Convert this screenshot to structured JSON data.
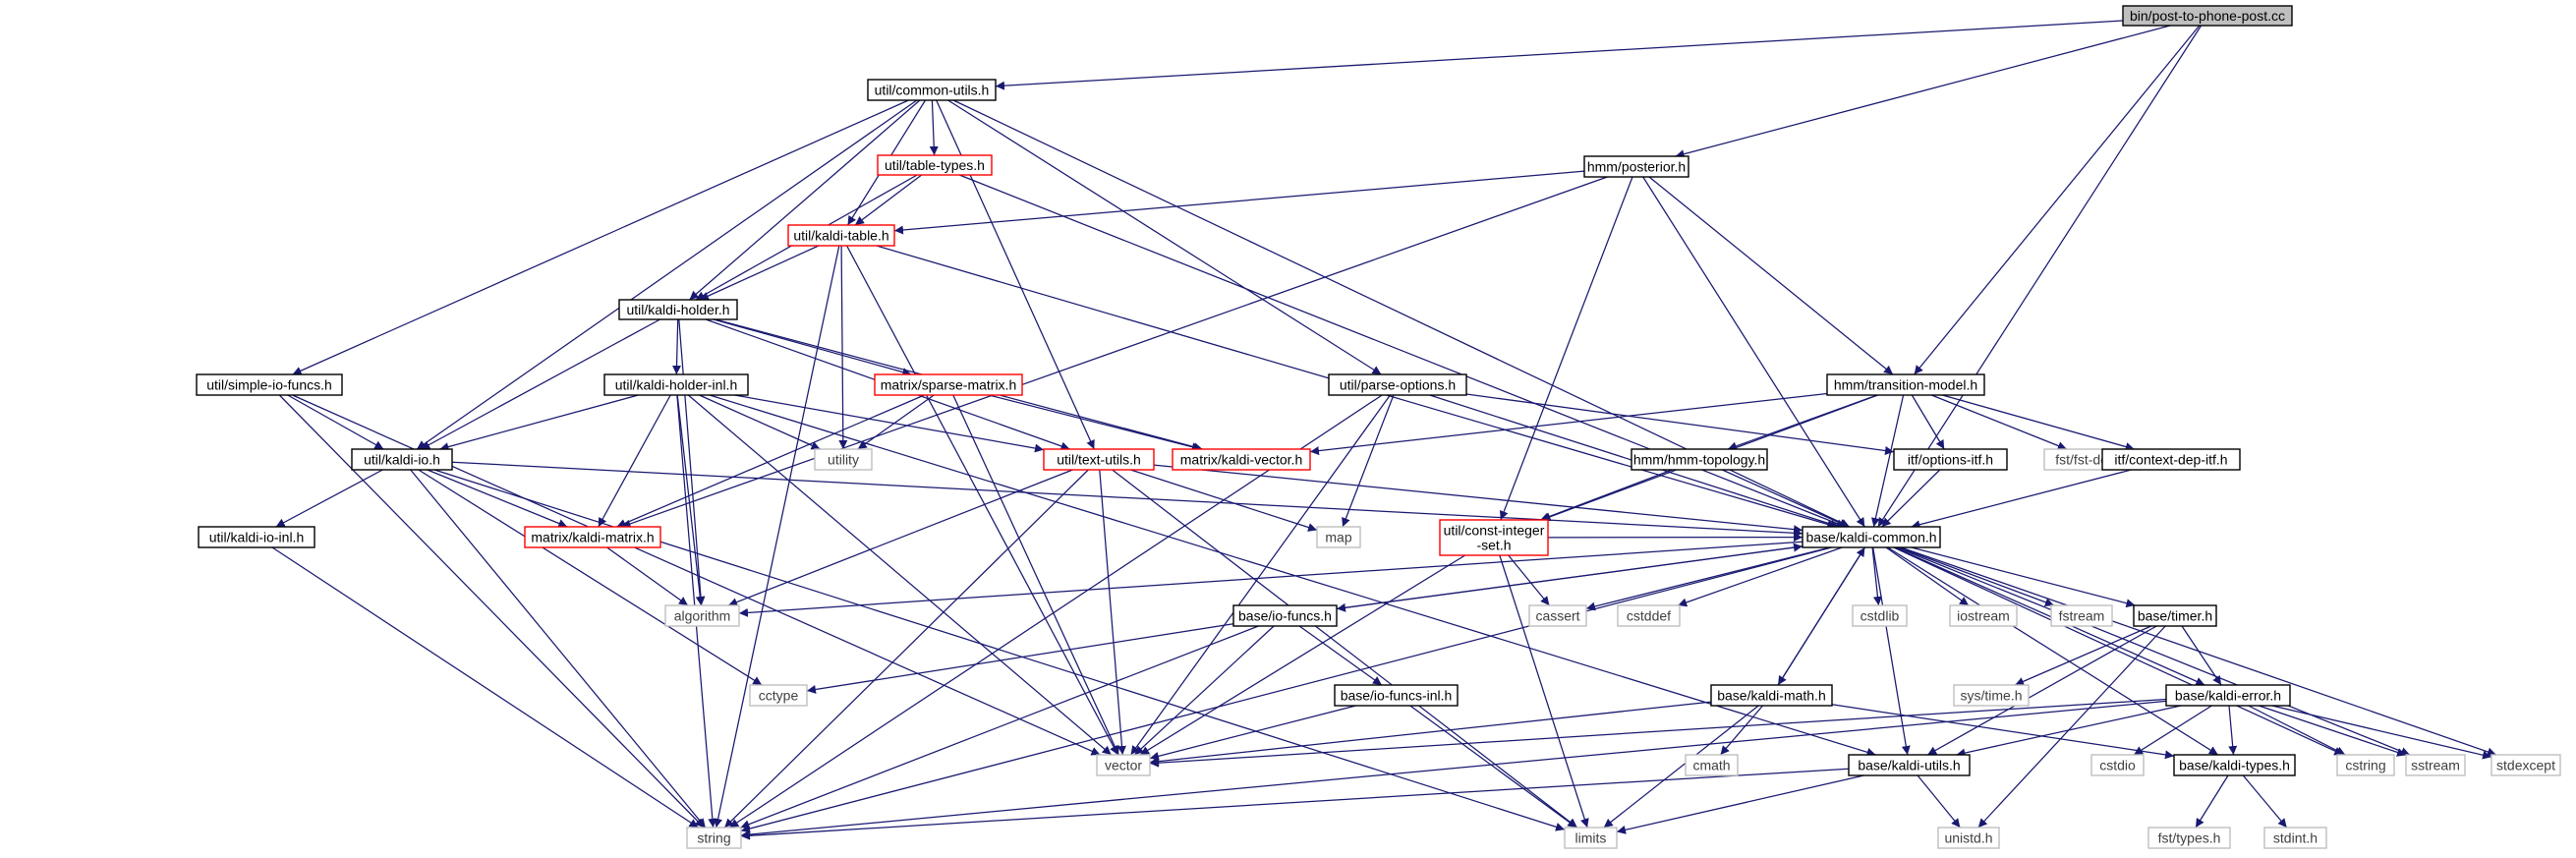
{
  "colors": {
    "edge": "#191970",
    "root_fill": "#bfbfbf",
    "normal_border": "#000000",
    "red_border": "#ff0000",
    "system_border": "#bfbfbf"
  },
  "nodes": [
    {
      "id": "root",
      "label": "bin/post-to-phone-post.cc",
      "style": "root"
    },
    {
      "id": "common_utils",
      "label": "util/common-utils.h",
      "style": "normal"
    },
    {
      "id": "posterior",
      "label": "hmm/posterior.h",
      "style": "normal"
    },
    {
      "id": "table_types",
      "label": "util/table-types.h",
      "style": "red"
    },
    {
      "id": "kaldi_table",
      "label": "util/kaldi-table.h",
      "style": "red"
    },
    {
      "id": "kaldi_holder",
      "label": "util/kaldi-holder.h",
      "style": "normal"
    },
    {
      "id": "simple_io",
      "label": "util/simple-io-funcs.h",
      "style": "normal"
    },
    {
      "id": "kaldi_holder_inl",
      "label": "util/kaldi-holder-inl.h",
      "style": "normal"
    },
    {
      "id": "sparse_matrix",
      "label": "matrix/sparse-matrix.h",
      "style": "red"
    },
    {
      "id": "parse_options",
      "label": "util/parse-options.h",
      "style": "normal"
    },
    {
      "id": "transition_model",
      "label": "hmm/transition-model.h",
      "style": "normal"
    },
    {
      "id": "kaldi_io",
      "label": "util/kaldi-io.h",
      "style": "normal"
    },
    {
      "id": "utility",
      "label": "utility",
      "style": "sys"
    },
    {
      "id": "text_utils",
      "label": "util/text-utils.h",
      "style": "red"
    },
    {
      "id": "kaldi_vector",
      "label": "matrix/kaldi-vector.h",
      "style": "red"
    },
    {
      "id": "hmm_topology",
      "label": "hmm/hmm-topology.h",
      "style": "normal"
    },
    {
      "id": "options_itf",
      "label": "itf/options-itf.h",
      "style": "normal"
    },
    {
      "id": "fst_decl",
      "label": "fst/fst-decl.h",
      "style": "sys"
    },
    {
      "id": "context_dep_itf",
      "label": "itf/context-dep-itf.h",
      "style": "normal"
    },
    {
      "id": "kaldi_io_inl",
      "label": "util/kaldi-io-inl.h",
      "style": "normal"
    },
    {
      "id": "kaldi_matrix",
      "label": "matrix/kaldi-matrix.h",
      "style": "red"
    },
    {
      "id": "map",
      "label": "map",
      "style": "sys"
    },
    {
      "id": "const_integer_set",
      "label": "util/const-integer\n-set.h",
      "style": "red"
    },
    {
      "id": "kaldi_common",
      "label": "base/kaldi-common.h",
      "style": "normal"
    },
    {
      "id": "algorithm",
      "label": "algorithm",
      "style": "sys"
    },
    {
      "id": "io_funcs",
      "label": "base/io-funcs.h",
      "style": "normal"
    },
    {
      "id": "cassert",
      "label": "cassert",
      "style": "sys"
    },
    {
      "id": "cstddef",
      "label": "cstddef",
      "style": "sys"
    },
    {
      "id": "cstdlib",
      "label": "cstdlib",
      "style": "sys"
    },
    {
      "id": "iostream",
      "label": "iostream",
      "style": "sys"
    },
    {
      "id": "fstream",
      "label": "fstream",
      "style": "sys"
    },
    {
      "id": "timer",
      "label": "base/timer.h",
      "style": "normal"
    },
    {
      "id": "cctype",
      "label": "cctype",
      "style": "sys"
    },
    {
      "id": "io_funcs_inl",
      "label": "base/io-funcs-inl.h",
      "style": "normal"
    },
    {
      "id": "kaldi_math",
      "label": "base/kaldi-math.h",
      "style": "normal"
    },
    {
      "id": "sys_time",
      "label": "sys/time.h",
      "style": "sys"
    },
    {
      "id": "kaldi_error",
      "label": "base/kaldi-error.h",
      "style": "normal"
    },
    {
      "id": "vector",
      "label": "vector",
      "style": "sys"
    },
    {
      "id": "cmath",
      "label": "cmath",
      "style": "sys"
    },
    {
      "id": "kaldi_utils",
      "label": "base/kaldi-utils.h",
      "style": "normal"
    },
    {
      "id": "cstdio",
      "label": "cstdio",
      "style": "sys"
    },
    {
      "id": "kaldi_types",
      "label": "base/kaldi-types.h",
      "style": "normal"
    },
    {
      "id": "cstring",
      "label": "cstring",
      "style": "sys"
    },
    {
      "id": "sstream",
      "label": "sstream",
      "style": "sys"
    },
    {
      "id": "stdexcept",
      "label": "stdexcept",
      "style": "sys"
    },
    {
      "id": "string",
      "label": "string",
      "style": "sys"
    },
    {
      "id": "limits",
      "label": "limits",
      "style": "sys"
    },
    {
      "id": "unistd",
      "label": "unistd.h",
      "style": "sys"
    },
    {
      "id": "fst_types",
      "label": "fst/types.h",
      "style": "sys"
    },
    {
      "id": "stdint",
      "label": "stdint.h",
      "style": "sys"
    }
  ],
  "edges": [
    [
      "root",
      "common_utils"
    ],
    [
      "root",
      "posterior"
    ],
    [
      "root",
      "transition_model"
    ],
    [
      "root",
      "kaldi_common"
    ],
    [
      "common_utils",
      "table_types"
    ],
    [
      "common_utils",
      "kaldi_table"
    ],
    [
      "common_utils",
      "kaldi_holder"
    ],
    [
      "common_utils",
      "simple_io"
    ],
    [
      "common_utils",
      "kaldi_io"
    ],
    [
      "common_utils",
      "parse_options"
    ],
    [
      "common_utils",
      "text_utils"
    ],
    [
      "common_utils",
      "kaldi_common"
    ],
    [
      "posterior",
      "kaldi_table"
    ],
    [
      "posterior",
      "kaldi_matrix"
    ],
    [
      "posterior",
      "transition_model"
    ],
    [
      "posterior",
      "const_integer_set"
    ],
    [
      "posterior",
      "kaldi_common"
    ],
    [
      "table_types",
      "kaldi_table"
    ],
    [
      "table_types",
      "kaldi_holder"
    ],
    [
      "table_types",
      "kaldi_common"
    ],
    [
      "kaldi_table",
      "kaldi_holder"
    ],
    [
      "kaldi_table",
      "utility"
    ],
    [
      "kaldi_table",
      "string"
    ],
    [
      "kaldi_table",
      "vector"
    ],
    [
      "kaldi_table",
      "kaldi_common"
    ],
    [
      "kaldi_holder",
      "kaldi_holder_inl"
    ],
    [
      "kaldi_holder",
      "sparse_matrix"
    ],
    [
      "kaldi_holder",
      "kaldi_io"
    ],
    [
      "kaldi_holder",
      "text_utils"
    ],
    [
      "kaldi_holder",
      "kaldi_vector"
    ],
    [
      "kaldi_holder",
      "algorithm"
    ],
    [
      "simple_io",
      "kaldi_io"
    ],
    [
      "simple_io",
      "string"
    ],
    [
      "simple_io",
      "vector"
    ],
    [
      "kaldi_holder_inl",
      "kaldi_io"
    ],
    [
      "kaldi_holder_inl",
      "utility"
    ],
    [
      "kaldi_holder_inl",
      "text_utils"
    ],
    [
      "kaldi_holder_inl",
      "kaldi_matrix"
    ],
    [
      "kaldi_holder_inl",
      "algorithm"
    ],
    [
      "kaldi_holder_inl",
      "vector"
    ],
    [
      "kaldi_holder_inl",
      "string"
    ],
    [
      "kaldi_holder_inl",
      "kaldi_utils"
    ],
    [
      "sparse_matrix",
      "kaldi_vector"
    ],
    [
      "sparse_matrix",
      "kaldi_matrix"
    ],
    [
      "sparse_matrix",
      "utility"
    ],
    [
      "sparse_matrix",
      "vector"
    ],
    [
      "parse_options",
      "map"
    ],
    [
      "parse_options",
      "string"
    ],
    [
      "parse_options",
      "vector"
    ],
    [
      "parse_options",
      "options_itf"
    ],
    [
      "parse_options",
      "kaldi_common"
    ],
    [
      "transition_model",
      "kaldi_vector"
    ],
    [
      "transition_model",
      "hmm_topology"
    ],
    [
      "transition_model",
      "options_itf"
    ],
    [
      "transition_model",
      "fst_decl"
    ],
    [
      "transition_model",
      "context_dep_itf"
    ],
    [
      "transition_model",
      "const_integer_set"
    ],
    [
      "transition_model",
      "kaldi_common"
    ],
    [
      "kaldi_io",
      "kaldi_io_inl"
    ],
    [
      "kaldi_io",
      "kaldi_matrix"
    ],
    [
      "kaldi_io",
      "kaldi_common"
    ],
    [
      "kaldi_io",
      "cctype"
    ],
    [
      "kaldi_io",
      "string"
    ],
    [
      "kaldi_io",
      "limits"
    ],
    [
      "text_utils",
      "kaldi_common"
    ],
    [
      "text_utils",
      "map"
    ],
    [
      "text_utils",
      "algorithm"
    ],
    [
      "text_utils",
      "vector"
    ],
    [
      "text_utils",
      "string"
    ],
    [
      "text_utils",
      "limits"
    ],
    [
      "hmm_topology",
      "const_integer_set"
    ],
    [
      "hmm_topology",
      "kaldi_common"
    ],
    [
      "options_itf",
      "kaldi_common"
    ],
    [
      "context_dep_itf",
      "kaldi_common"
    ],
    [
      "kaldi_io_inl",
      "string"
    ],
    [
      "kaldi_matrix",
      "algorithm"
    ],
    [
      "const_integer_set",
      "kaldi_common"
    ],
    [
      "const_integer_set",
      "vector"
    ],
    [
      "const_integer_set",
      "cassert"
    ],
    [
      "const_integer_set",
      "limits"
    ],
    [
      "kaldi_common",
      "algorithm"
    ],
    [
      "kaldi_common",
      "io_funcs"
    ],
    [
      "kaldi_common",
      "cassert"
    ],
    [
      "kaldi_common",
      "cstddef"
    ],
    [
      "kaldi_common",
      "cstdlib"
    ],
    [
      "kaldi_common",
      "iostream"
    ],
    [
      "kaldi_common",
      "fstream"
    ],
    [
      "kaldi_common",
      "timer"
    ],
    [
      "kaldi_common",
      "kaldi_math"
    ],
    [
      "kaldi_common",
      "kaldi_error"
    ],
    [
      "kaldi_common",
      "kaldi_utils"
    ],
    [
      "kaldi_common",
      "kaldi_types"
    ],
    [
      "kaldi_common",
      "cstring"
    ],
    [
      "kaldi_common",
      "sstream"
    ],
    [
      "kaldi_common",
      "stdexcept"
    ],
    [
      "kaldi_common",
      "string"
    ],
    [
      "io_funcs",
      "kaldi_common"
    ],
    [
      "io_funcs",
      "io_funcs_inl"
    ],
    [
      "io_funcs",
      "cctype"
    ],
    [
      "io_funcs",
      "vector"
    ],
    [
      "io_funcs",
      "string"
    ],
    [
      "io_funcs_inl",
      "vector"
    ],
    [
      "io_funcs_inl",
      "limits"
    ],
    [
      "timer",
      "sys_time"
    ],
    [
      "timer",
      "kaldi_error"
    ],
    [
      "timer",
      "kaldi_utils"
    ],
    [
      "timer",
      "unistd"
    ],
    [
      "kaldi_math",
      "kaldi_common"
    ],
    [
      "kaldi_math",
      "vector"
    ],
    [
      "kaldi_math",
      "cmath"
    ],
    [
      "kaldi_math",
      "limits"
    ],
    [
      "kaldi_math",
      "kaldi_types"
    ],
    [
      "kaldi_error",
      "vector"
    ],
    [
      "kaldi_error",
      "cstdio"
    ],
    [
      "kaldi_error",
      "kaldi_types"
    ],
    [
      "kaldi_error",
      "kaldi_utils"
    ],
    [
      "kaldi_error",
      "cstring"
    ],
    [
      "kaldi_error",
      "sstream"
    ],
    [
      "kaldi_error",
      "stdexcept"
    ],
    [
      "kaldi_error",
      "string"
    ],
    [
      "kaldi_utils",
      "string"
    ],
    [
      "kaldi_utils",
      "limits"
    ],
    [
      "kaldi_utils",
      "unistd"
    ],
    [
      "kaldi_types",
      "fst_types"
    ],
    [
      "kaldi_types",
      "stdint"
    ]
  ]
}
